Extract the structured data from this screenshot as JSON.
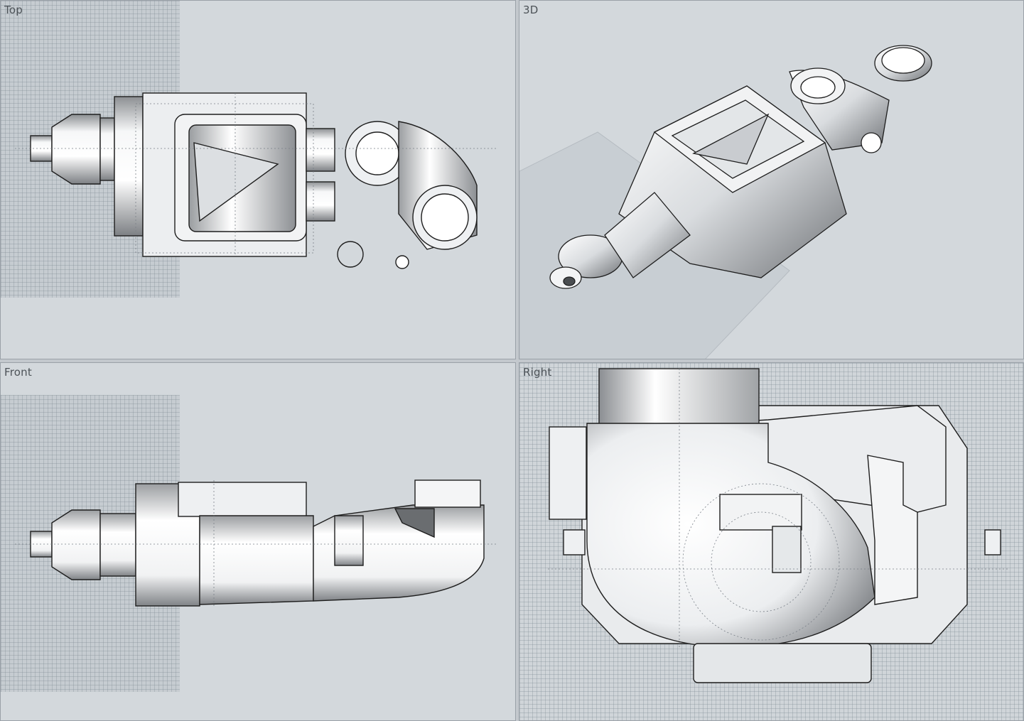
{
  "viewports": {
    "top": {
      "title": "Top"
    },
    "perspective": {
      "title": "3D"
    },
    "front": {
      "title": "Front"
    },
    "right": {
      "title": "Right"
    }
  },
  "colors": {
    "viewport_bg": "#d3d8dc",
    "grid": "#c6ccd1",
    "part_fill": "#e6e8ea",
    "part_edge": "#1e1e1e",
    "hidden_line": "#7a8088",
    "title_text": "#4d5358"
  }
}
